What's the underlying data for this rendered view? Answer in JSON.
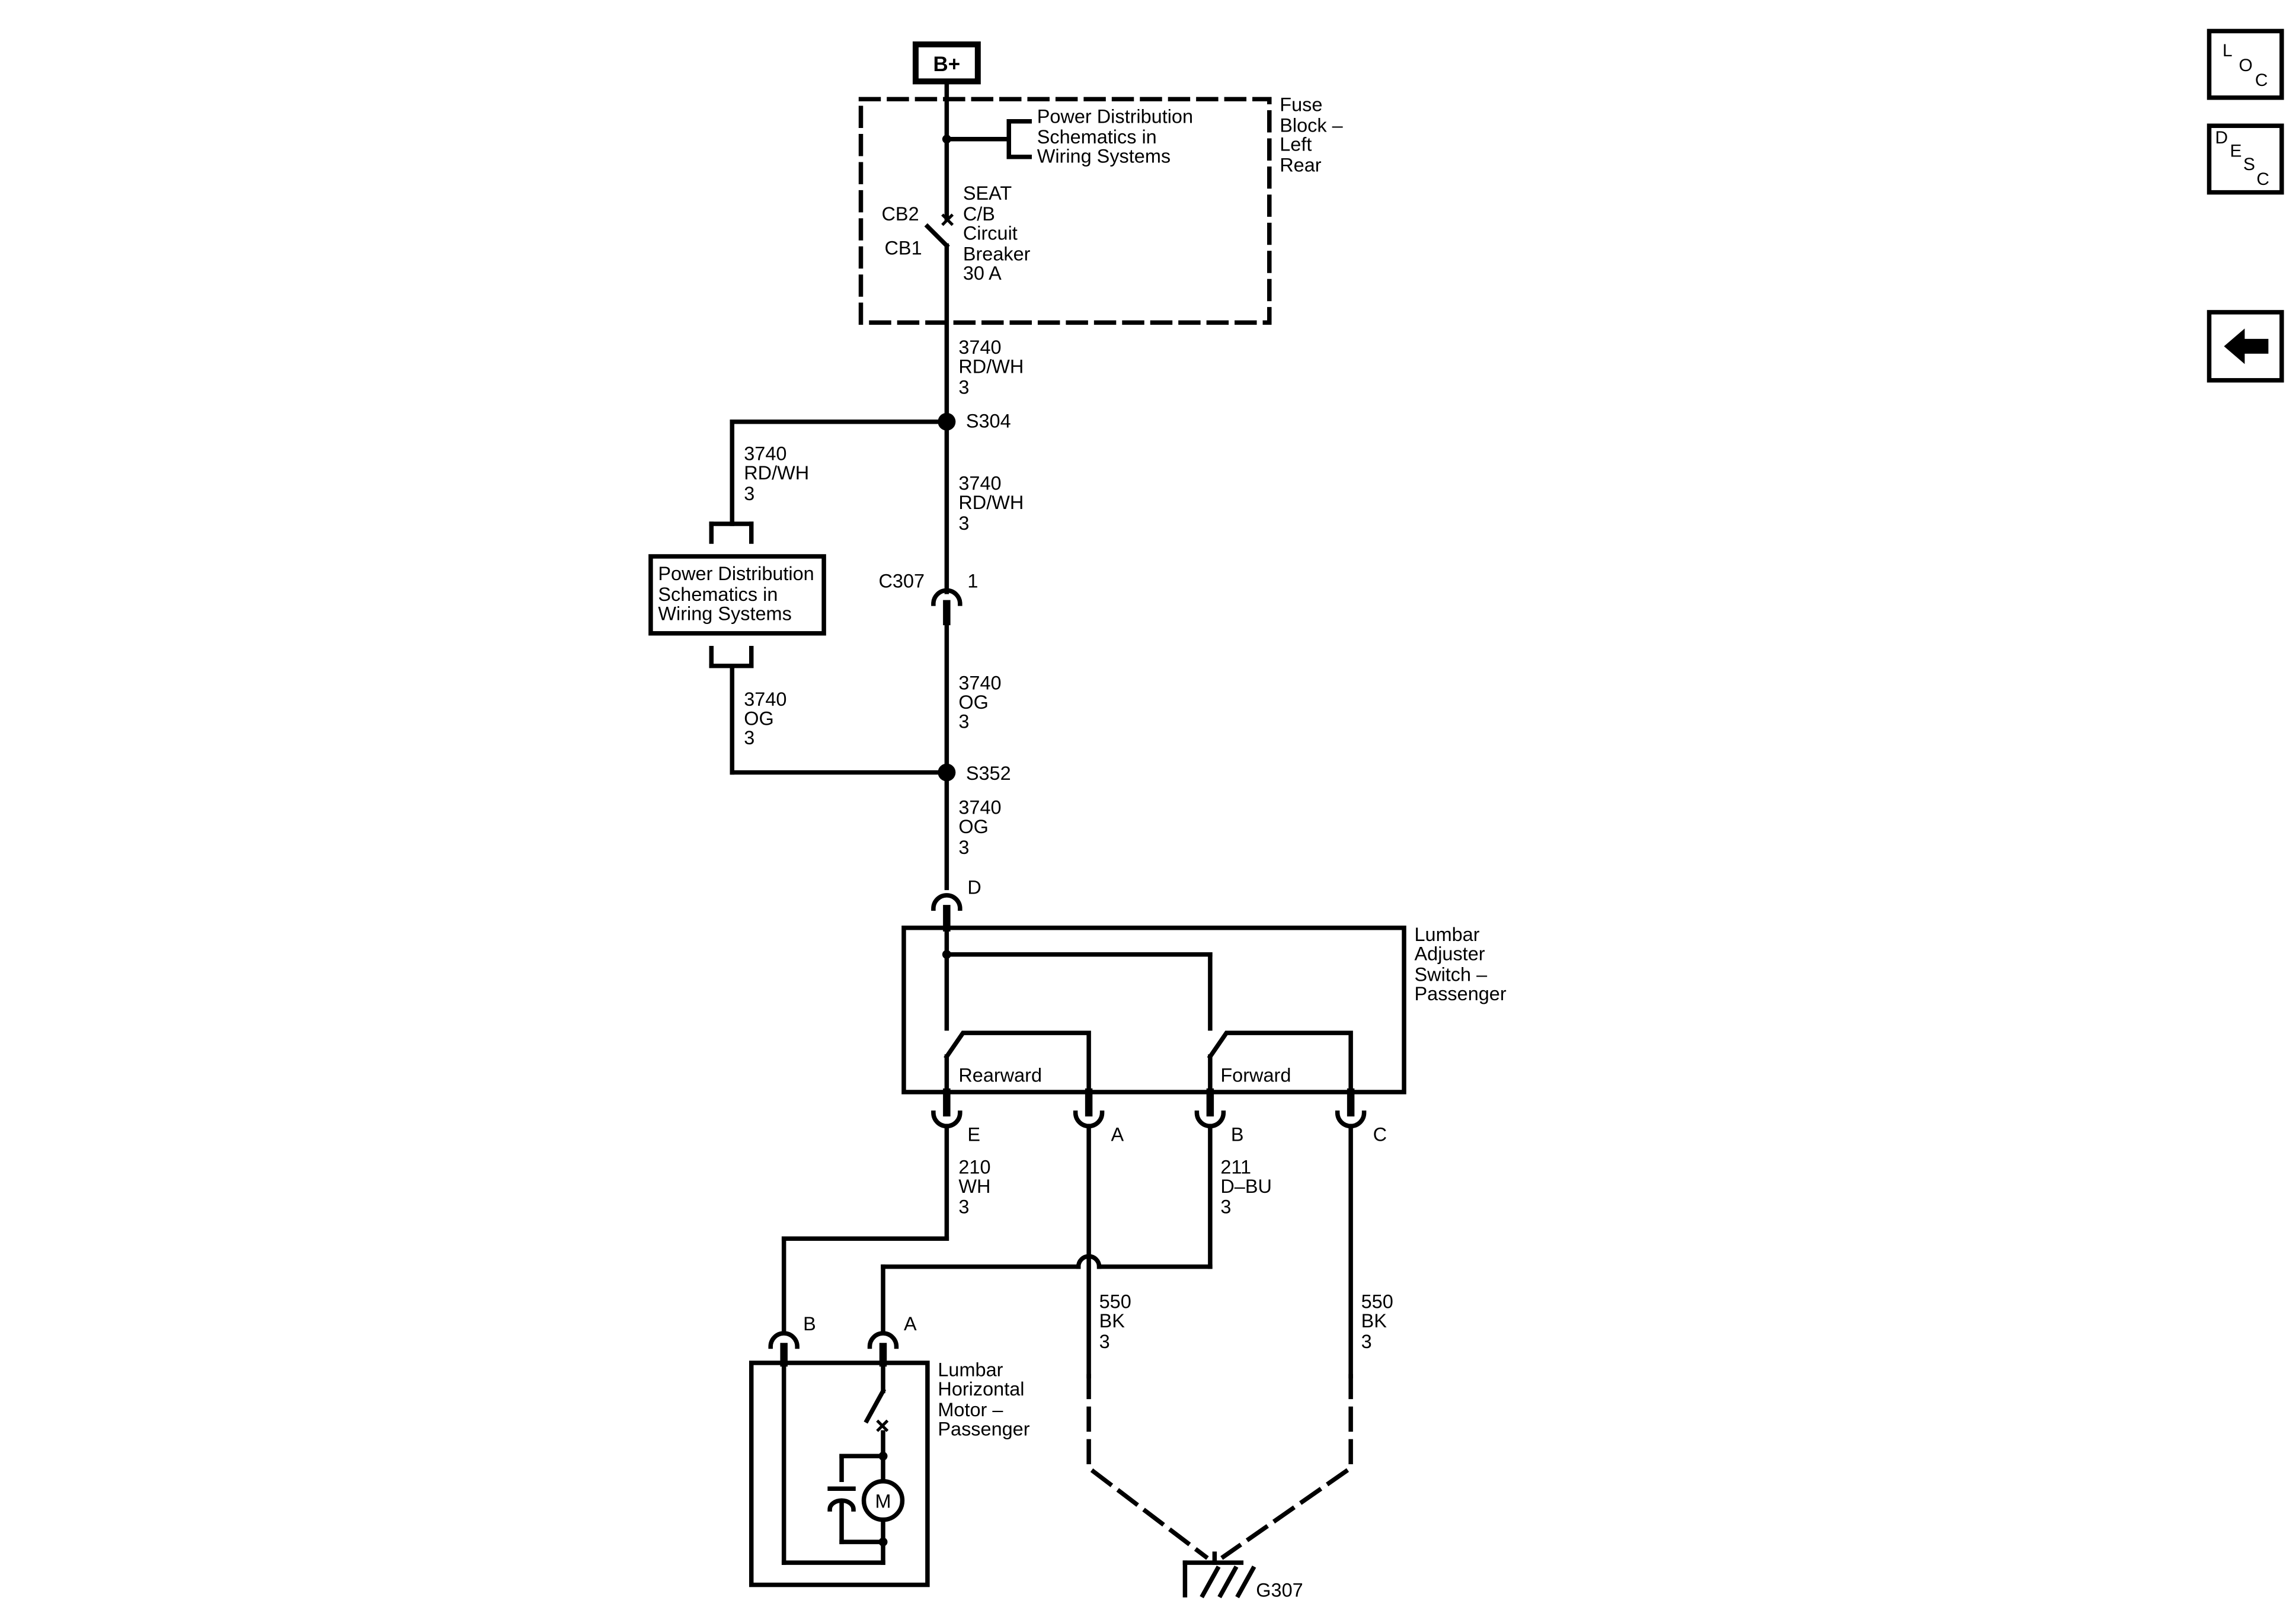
{
  "power": {
    "bplus": "B+"
  },
  "fuse_block": {
    "pd_ref": [
      "Power Distribution",
      "Schematics in",
      "Wiring Systems"
    ],
    "name": [
      "Fuse",
      "Block –",
      "Left",
      "Rear"
    ],
    "cb_terminal_top": "CB2",
    "cb_terminal_bottom": "CB1",
    "breaker": [
      "SEAT",
      "C/B",
      "Circuit",
      "Breaker",
      "30 A"
    ]
  },
  "wires": {
    "w1": [
      "3740",
      "RD/WH",
      "3"
    ],
    "w2": [
      "3740",
      "RD/WH",
      "3"
    ],
    "w3": [
      "3740",
      "OG",
      "3"
    ],
    "w4": [
      "3740",
      "OG",
      "3"
    ],
    "branch_top": [
      "3740",
      "RD/WH",
      "3"
    ],
    "branch_bottom": [
      "3740",
      "OG",
      "3"
    ],
    "e_wire": [
      "210",
      "WH",
      "3"
    ],
    "b_wire": [
      "211",
      "D–BU",
      "3"
    ],
    "gnd_a": [
      "550",
      "BK",
      "3"
    ],
    "gnd_c": [
      "550",
      "BK",
      "3"
    ]
  },
  "splices": {
    "s304": "S304",
    "s352": "S352"
  },
  "connector_c307": {
    "name": "C307",
    "pin": "1"
  },
  "pd_box": [
    "Power Distribution",
    "Schematics in",
    "Wiring Systems"
  ],
  "switch": {
    "pin_d": "D",
    "name": [
      "Lumbar",
      "Adjuster",
      "Switch –",
      "Passenger"
    ],
    "rearward": "Rearward",
    "forward": "Forward",
    "pins": {
      "e": "E",
      "a": "A",
      "b": "B",
      "c": "C"
    }
  },
  "motor": {
    "name": [
      "Lumbar",
      "Horizontal",
      "Motor –",
      "Passenger"
    ],
    "pin_b": "B",
    "pin_a": "A",
    "symbol": "M"
  },
  "ground": {
    "name": "G307"
  },
  "nav": {
    "loc": [
      "L",
      "O",
      "C"
    ],
    "desc": [
      "D",
      "E",
      "S",
      "C"
    ],
    "back_icon": "arrow-left-icon"
  }
}
